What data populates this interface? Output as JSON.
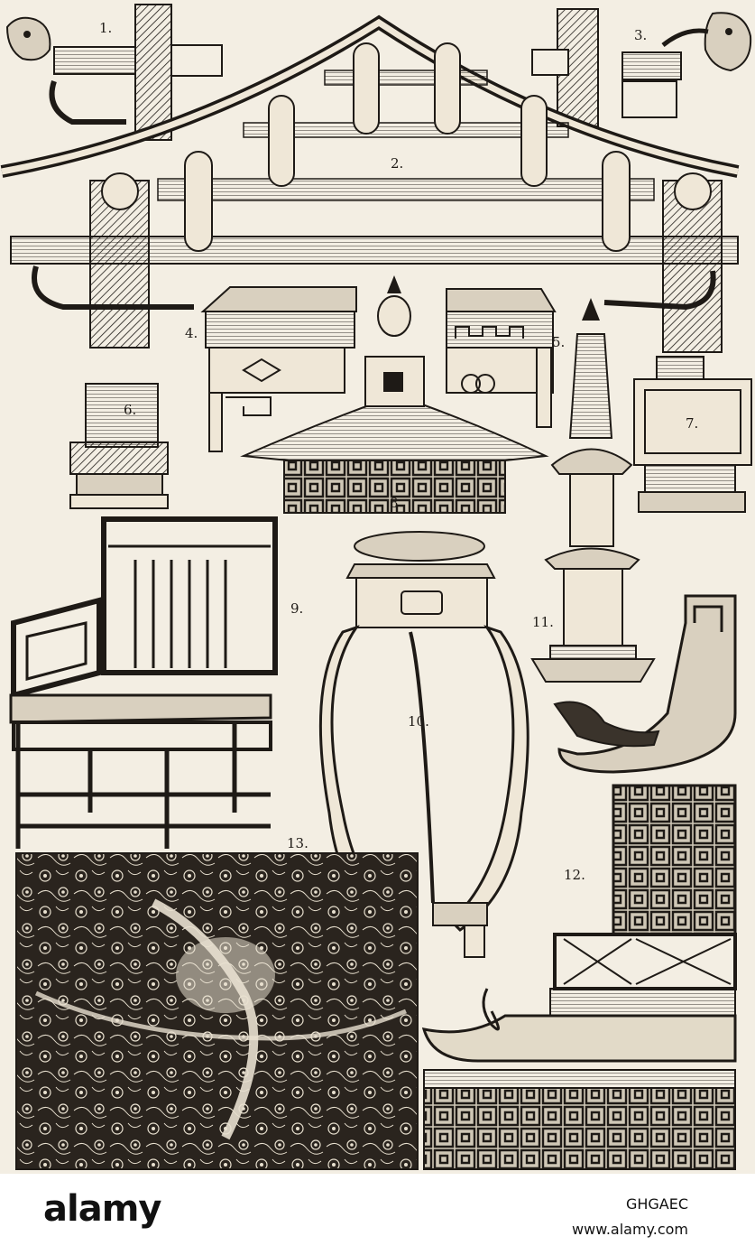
{
  "figure_labels": {
    "f1": "1.",
    "f2": "2.",
    "f3": "3.",
    "f4": "4.",
    "f5": "5.",
    "f6": "6.",
    "f7": "7.",
    "f8": "8",
    "f9": "9.",
    "f10": "10.",
    "f11": "11.",
    "f12": "12.",
    "f13": "13."
  },
  "footer": {
    "brand": "alamy",
    "image_id": "GHGAEC",
    "url": "www.alamy.com"
  },
  "colors": {
    "paper": "#f3eee3",
    "ink": "#1e1a16",
    "footer_bg": "#ffffff"
  }
}
